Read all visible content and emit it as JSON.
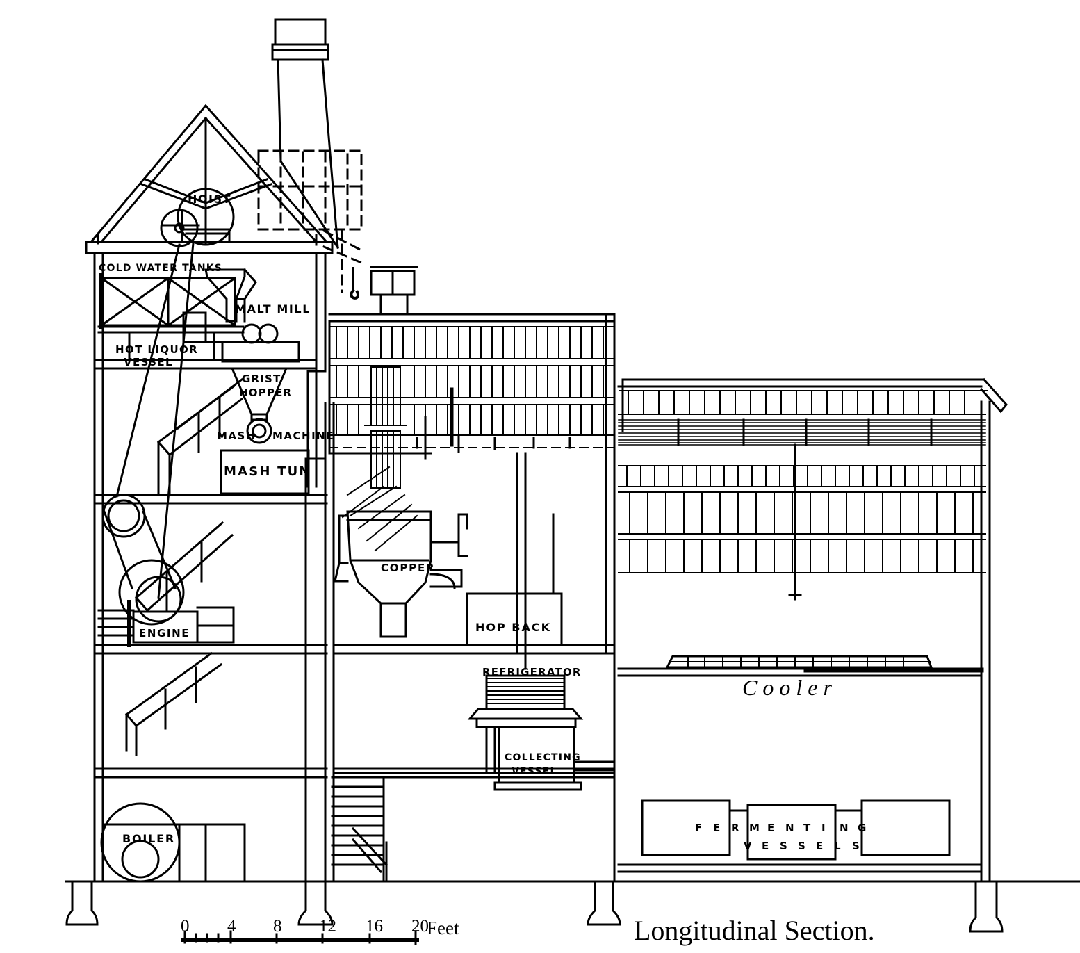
{
  "drawing": {
    "title": "Longitudinal Section.",
    "subject": "Brewery building longitudinal section",
    "style": "black ink line drawing on white"
  },
  "labels": {
    "hoist": "HOIST",
    "cold_water_tanks": "COLD WATER TANKS",
    "malt_mill": "MALT MILL",
    "hot_liquor_vessel_line1": "HOT LIQUOR",
    "hot_liquor_vessel_line2": "VESSEL",
    "grist_hopper_line1": "GRIST",
    "grist_hopper_line2": "HOPPER",
    "mash_machine_left": "MASH",
    "mash_machine_right": "MACHINE",
    "mash_tun": "MASH TUN",
    "copper": "COPPER",
    "hop_back": "HOP BACK",
    "engine": "ENGINE",
    "boiler": "BOILER",
    "refrigerator": "REFRIGERATOR",
    "collecting_vessel_line1": "COLLECTING",
    "collecting_vessel_line2": "VESSEL",
    "cooler": "Cooler",
    "fermenting_letters_row1": [
      "F",
      "E",
      "R",
      "M",
      "E",
      "N",
      "T",
      "I",
      "N",
      "G"
    ],
    "fermenting_letters_row2": [
      "V",
      "E",
      "S",
      "S",
      "E",
      "L",
      "S"
    ]
  },
  "scale": {
    "unit_label": "Feet",
    "ticks": [
      "0",
      "4",
      "8",
      "12",
      "16",
      "20"
    ],
    "tick_values": [
      0,
      4,
      8,
      12,
      16,
      20
    ],
    "minor_divisions": 4
  },
  "colors": {
    "ink": "#000000",
    "paper": "#ffffff"
  }
}
